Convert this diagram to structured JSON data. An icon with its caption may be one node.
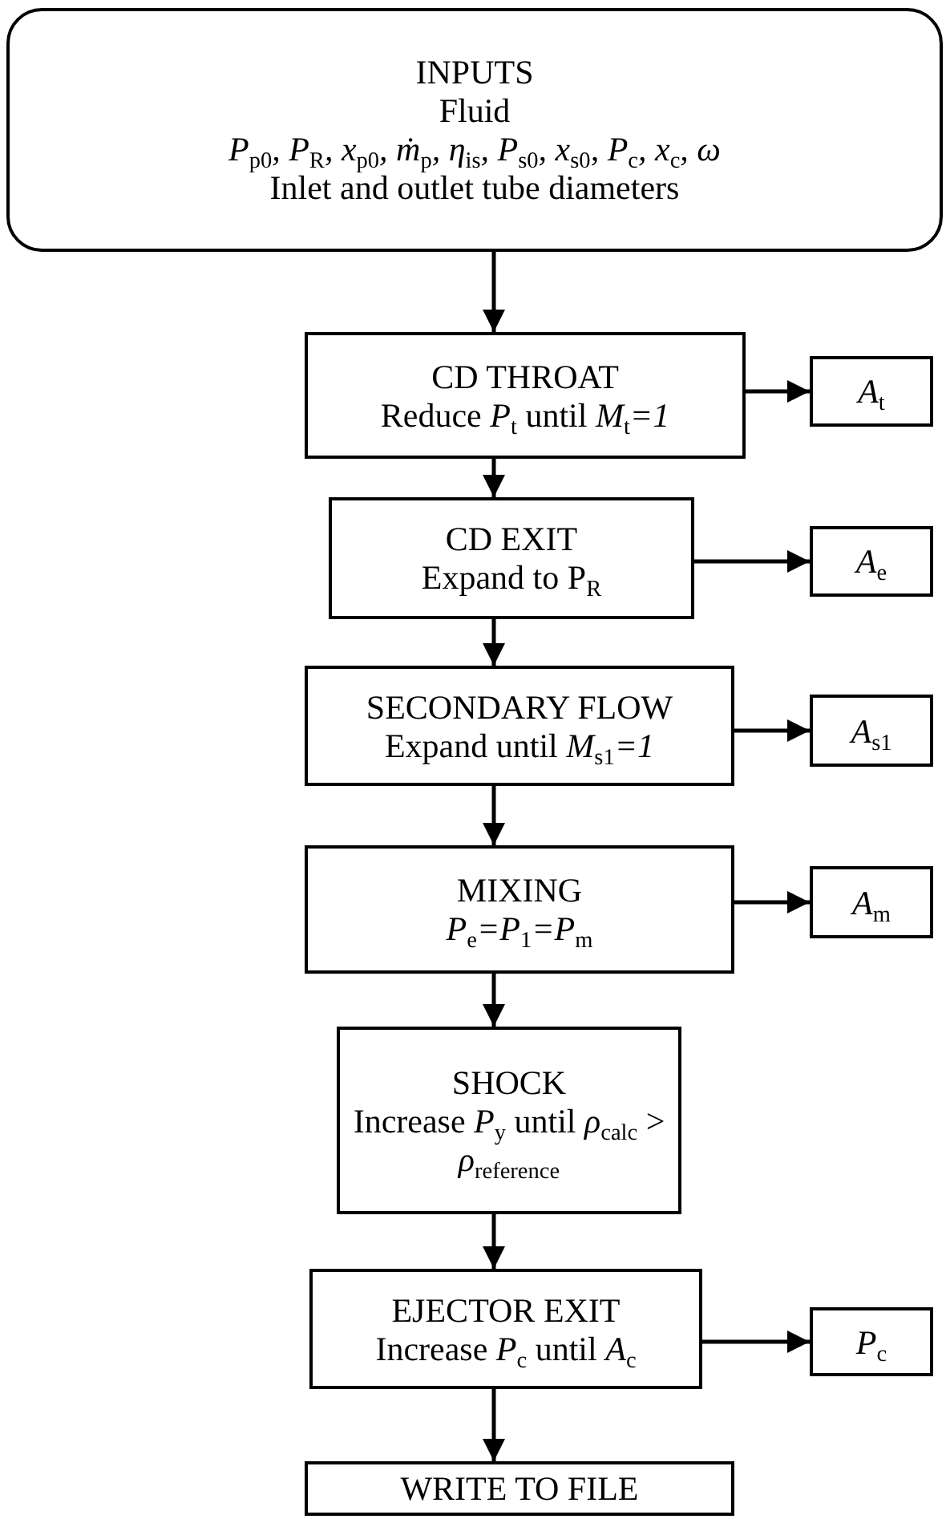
{
  "diagram": {
    "nodes": [
      {
        "text": [
          "INPUTS",
          "Fluid",
          "*P*$_{p0}$*, P*$_{R}$*, x*$_{p0}$*, ṁ*$_{p}$*, η*$_{is}$*, P*$_{s0}$*, x*$_{s0}$*, P*$_{c}$*, x*$_{c}$*, ω*",
          "Inlet and outlet tube diameters"
        ]
      },
      {
        "text": [
          "CD THROAT",
          "Reduce *P*$_{t}$ until *M*$_{t}$*=1*"
        ]
      },
      {
        "text": [
          "*A*$_{t}$"
        ]
      },
      {
        "text": [
          "CD EXIT",
          "Expand to P$_{R}$"
        ]
      },
      {
        "text": [
          "*A*$_{e}$"
        ]
      },
      {
        "text": [
          "SECONDARY FLOW",
          "Expand until *M*$_{s1}$*=1*"
        ]
      },
      {
        "text": [
          "*A*$_{s1}$"
        ]
      },
      {
        "text": [
          "MIXING",
          "*P*$_{e}$*=P*$_{1}$*=P*$_{m}$"
        ]
      },
      {
        "text": [
          "*A*$_{m}$"
        ]
      },
      {
        "text": [
          "SHOCK",
          "Increase *P*$_{y}$ until *ρ*$_{calc}$ > *ρ*$_{reference}$"
        ]
      },
      {
        "text": [
          "EJECTOR EXIT",
          "Increase *P*$_{c}$ until *A*$_{c}$"
        ]
      },
      {
        "text": [
          "*P*$_{c}$"
        ]
      },
      {
        "text": [
          "WRITE TO FILE"
        ]
      }
    ],
    "edges": [
      {
        "from": 0,
        "to": 1,
        "arrow": "to"
      },
      {
        "from": 1,
        "to": 2,
        "arrow": "to"
      },
      {
        "from": 1,
        "to": 3,
        "arrow": "to"
      },
      {
        "from": 3,
        "to": 4,
        "arrow": "to"
      },
      {
        "from": 3,
        "to": 5,
        "arrow": "to"
      },
      {
        "from": 5,
        "to": 6,
        "arrow": "to"
      },
      {
        "from": 5,
        "to": 7,
        "arrow": "to"
      },
      {
        "from": 7,
        "to": 8,
        "arrow": "to"
      },
      {
        "from": 7,
        "to": 9,
        "arrow": "to"
      },
      {
        "from": 9,
        "to": 10,
        "arrow": "to"
      },
      {
        "from": 10,
        "to": 11,
        "arrow": "to"
      },
      {
        "from": 10,
        "to": 12,
        "arrow": "to"
      }
    ]
  }
}
